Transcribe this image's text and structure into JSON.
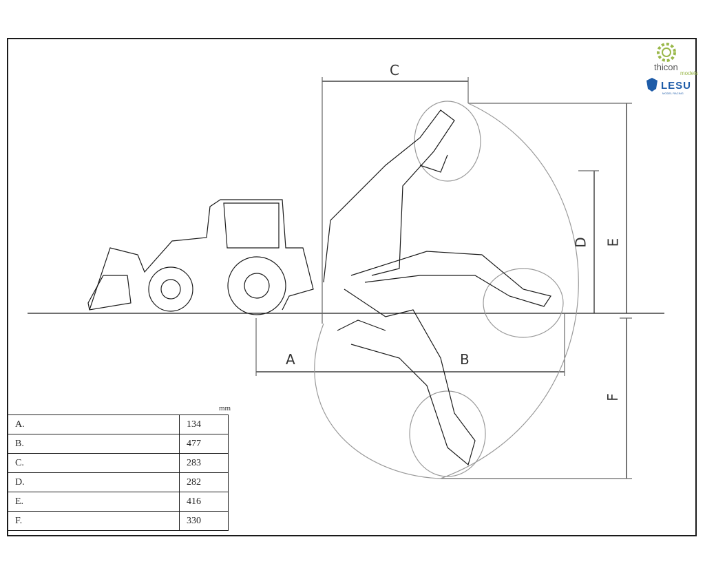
{
  "brand": {
    "thicon_text": "thicon",
    "thicon_sub": "models",
    "lesu_text": "LESU",
    "lesu_sub": "MODEL RACING"
  },
  "unit": "mm",
  "dimension_labels": [
    "A",
    "B",
    "C",
    "D",
    "E",
    "F"
  ],
  "table": [
    {
      "key": "A.",
      "value": "134"
    },
    {
      "key": "B.",
      "value": "477"
    },
    {
      "key": "C.",
      "value": "283"
    },
    {
      "key": "D.",
      "value": "282"
    },
    {
      "key": "E.",
      "value": "416"
    },
    {
      "key": "F.",
      "value": "330"
    }
  ],
  "colors": {
    "line": "#1a1a1a",
    "arc": "#999999",
    "lesu_blue": "#1e5ca8",
    "thicon_green": "#9ab84a"
  }
}
